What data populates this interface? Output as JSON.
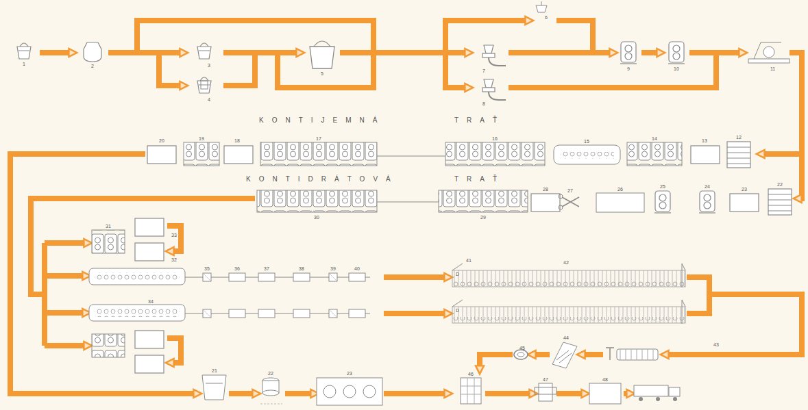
{
  "diagram": {
    "labels": [
      "1",
      "2",
      "3",
      "4",
      "5",
      "6",
      "7",
      "8",
      "9",
      "10",
      "11",
      "KONTIJEMNÁ",
      "TRAŤ",
      "20",
      "19",
      "18",
      "17",
      "16",
      "15",
      "14",
      "13",
      "12",
      "KONTIDRÁTOVÁ",
      "TRAŤ",
      "30",
      "29",
      "28",
      "27",
      "26",
      "25",
      "24",
      "23",
      "22",
      "31",
      "33",
      "32",
      "35",
      "36",
      "37",
      "38",
      "39",
      "40",
      "41",
      "D",
      "42",
      "34",
      "D",
      "21",
      "22",
      "23",
      "45",
      "44",
      "43",
      "46",
      "47",
      "48"
    ]
  }
}
